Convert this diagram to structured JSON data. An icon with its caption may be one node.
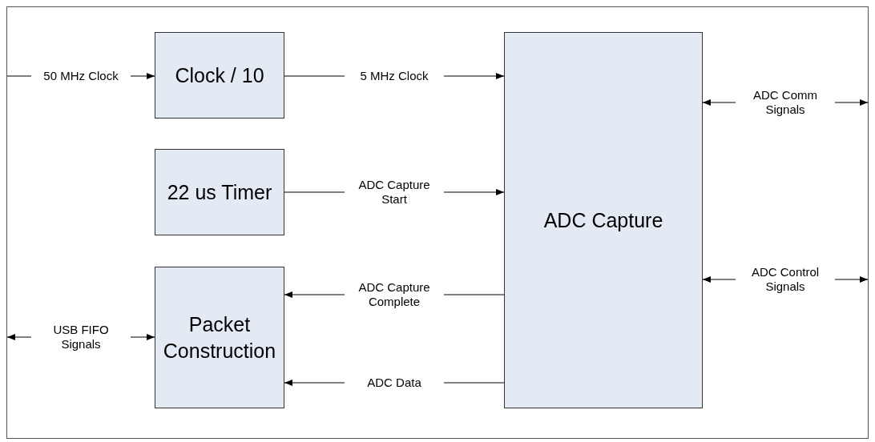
{
  "diagram": {
    "nodes": [
      {
        "text": [
          "Clock / 10"
        ]
      },
      {
        "text": [
          "22 us Timer"
        ]
      },
      {
        "text": [
          "Packet Construction"
        ]
      },
      {
        "text": [
          "ADC Capture"
        ]
      }
    ],
    "edges": [
      {
        "from": null,
        "to": 0,
        "arrow": "to",
        "label": "50 MHz Clock"
      },
      {
        "from": 0,
        "to": 3,
        "arrow": "to",
        "label": "5 MHz Clock"
      },
      {
        "from": 1,
        "to": 3,
        "arrow": "to",
        "label": "ADC Capture Start"
      },
      {
        "from": 3,
        "to": null,
        "arrow": "both",
        "label": "ADC Comm Signals"
      },
      {
        "from": 3,
        "to": null,
        "arrow": "both",
        "label": "ADC Control Signals"
      },
      {
        "from": 3,
        "to": 2,
        "arrow": "to",
        "label": "ADC Capture Complete"
      },
      {
        "from": null,
        "to": 2,
        "arrow": "both",
        "label": "USB FIFO Signals"
      },
      {
        "from": 3,
        "to": 2,
        "arrow": "to",
        "label": "ADC Data"
      }
    ]
  }
}
